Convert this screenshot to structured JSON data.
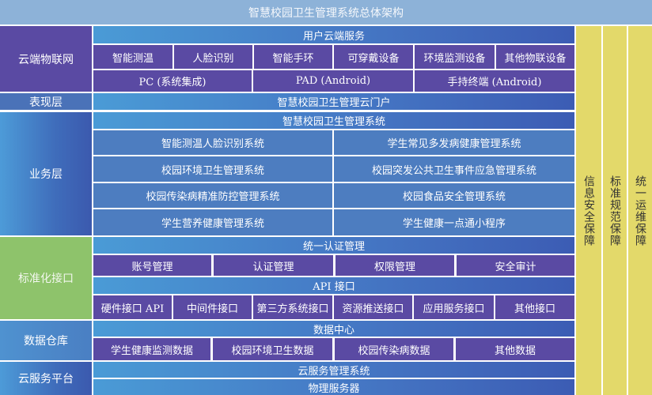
{
  "title": "智慧校园卫生管理系统总体架构",
  "colors": {
    "title_bar": "#8db2d8",
    "purple_cell": "#5a4aa3",
    "blue_band": "#4577c4",
    "green_label": "#8ec36b",
    "yellow_column": "#e3d96a"
  },
  "layers": {
    "iot": {
      "label": "云端物联网",
      "header": "用户云端服务",
      "devices": [
        "智能测温",
        "人脸识别",
        "智能手环",
        "可穿戴设备",
        "环境监测设备",
        "其他物联设备"
      ],
      "terminals": [
        "PC (系统集成)",
        "PAD (Android)",
        "手持终端 (Android)"
      ]
    },
    "presentation": {
      "label": "表现层",
      "content": "智慧校园卫生管理云门户"
    },
    "business": {
      "label": "业务层",
      "header": "智慧校园卫生管理系统",
      "systems_left": [
        "智能测温人脸识别系统",
        "校园环境卫生管理系统",
        "校园传染病精准防控管理系统",
        "学生营养健康管理系统"
      ],
      "systems_right": [
        "学生常见多发病健康管理系统",
        "校园突发公共卫生事件应急管理系统",
        "校园食品安全管理系统",
        "学生健康一点通小程序"
      ]
    },
    "interface": {
      "label": "标准化接口",
      "auth_header": "统一认证管理",
      "auth_items": [
        "账号管理",
        "认证管理",
        "权限管理",
        "安全审计"
      ],
      "api_header": "API 接口",
      "api_items": [
        "硬件接口 API",
        "中间件接口",
        "第三方系统接口",
        "资源推送接口",
        "应用服务接口",
        "其他接口"
      ]
    },
    "warehouse": {
      "label": "数据仓库",
      "header": "数据中心",
      "items": [
        "学生健康监测数据",
        "校园环境卫生数据",
        "校园传染病数据",
        "其他数据"
      ]
    },
    "cloud": {
      "label": "云服务平台",
      "rows": [
        "云服务管理系统",
        "物理服务器"
      ]
    }
  },
  "side_columns": [
    "信息安全保障",
    "标准规范保障",
    "统一运维保障"
  ]
}
